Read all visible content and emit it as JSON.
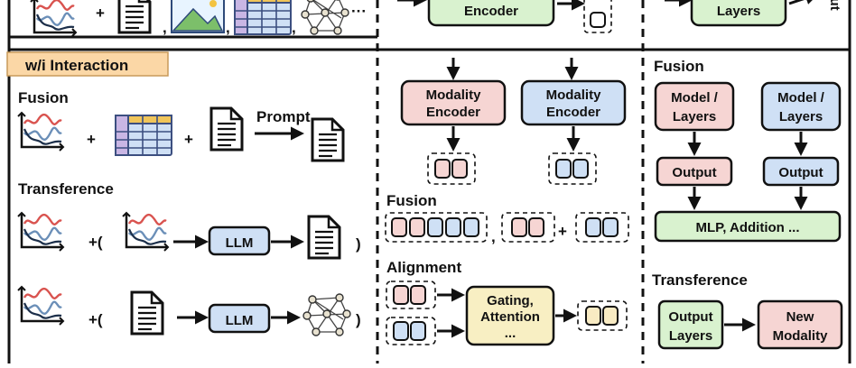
{
  "top": {
    "encoder_label": "Encoder",
    "layers_label": "Layers",
    "cut_text": "put",
    "ellipsis": "···"
  },
  "left": {
    "badge_label": "w/i Interaction",
    "fusion_label": "Fusion",
    "prompt_label": "Prompt",
    "transference_label": "Transference",
    "llm_label": "LLM"
  },
  "middle": {
    "enc_pink_label": [
      "Modality",
      "Encoder"
    ],
    "enc_blue_label": [
      "Modality",
      "Encoder"
    ],
    "fusion_label": "Fusion",
    "alignment_label": "Alignment",
    "gating_label": [
      "Gating,",
      "Attention",
      "..."
    ]
  },
  "right": {
    "fusion_label": "Fusion",
    "model_pink_label": [
      "Model /",
      "Layers"
    ],
    "model_blue_label": [
      "Model /",
      "Layers"
    ],
    "output_label": "Output",
    "mlp_label": "MLP, Addition ...",
    "transference_label": "Transference",
    "output_layers_label": [
      "Output",
      "Layers"
    ],
    "new_modality_label": [
      "New",
      "Modality"
    ]
  },
  "colors": {
    "pink": "#f6d5d3",
    "blue": "#cfe0f5",
    "green": "#d9f2cf",
    "yellow": "#f8efc3",
    "orange_badge": "#fbd7a6"
  },
  "icons": [
    "time-series-icon",
    "document-icon",
    "image-icon",
    "table-icon",
    "graph-icon"
  ]
}
